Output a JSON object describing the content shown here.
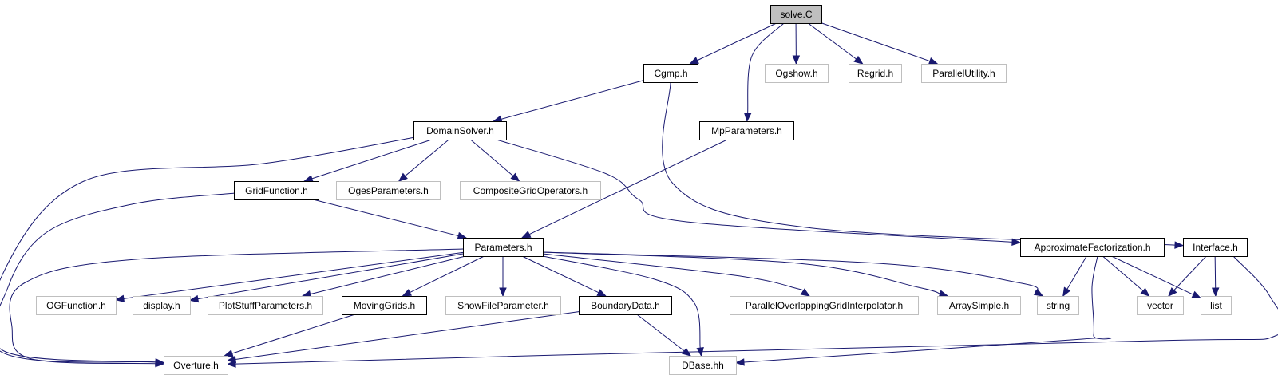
{
  "colors": {
    "edge": "#191970",
    "root_fill": "#bfbfbf",
    "root_stroke": "#000000",
    "local_stroke": "#000000",
    "external_stroke": "#bfbfbf",
    "node_fill": "#ffffff"
  },
  "nodes": [
    {
      "id": "solve_c",
      "label": "solve.C",
      "kind": "root"
    },
    {
      "id": "cgmp_h",
      "label": "Cgmp.h",
      "kind": "local"
    },
    {
      "id": "ogshow_h",
      "label": "Ogshow.h",
      "kind": "external"
    },
    {
      "id": "regrid_h",
      "label": "Regrid.h",
      "kind": "external"
    },
    {
      "id": "parallelutility_h",
      "label": "ParallelUtility.h",
      "kind": "external"
    },
    {
      "id": "domainsolver_h",
      "label": "DomainSolver.h",
      "kind": "local"
    },
    {
      "id": "mpparameters_h",
      "label": "MpParameters.h",
      "kind": "local"
    },
    {
      "id": "gridfunction_h",
      "label": "GridFunction.h",
      "kind": "local"
    },
    {
      "id": "ogesparameters_h",
      "label": "OgesParameters.h",
      "kind": "external"
    },
    {
      "id": "compositegridoperators_h",
      "label": "CompositeGridOperators.h",
      "kind": "external"
    },
    {
      "id": "parameters_h",
      "label": "Parameters.h",
      "kind": "local"
    },
    {
      "id": "approximatefactorization_h",
      "label": "ApproximateFactorization.h",
      "kind": "local"
    },
    {
      "id": "interface_h",
      "label": "Interface.h",
      "kind": "local"
    },
    {
      "id": "ogfunction_h",
      "label": "OGFunction.h",
      "kind": "external"
    },
    {
      "id": "display_h",
      "label": "display.h",
      "kind": "external"
    },
    {
      "id": "plotstuffparameters_h",
      "label": "PlotStuffParameters.h",
      "kind": "external"
    },
    {
      "id": "movinggrids_h",
      "label": "MovingGrids.h",
      "kind": "local"
    },
    {
      "id": "showfileparameter_h",
      "label": "ShowFileParameter.h",
      "kind": "external"
    },
    {
      "id": "boundarydata_h",
      "label": "BoundaryData.h",
      "kind": "local"
    },
    {
      "id": "paralleloverlappinggridinterpolator_h",
      "label": "ParallelOverlappingGridInterpolator.h",
      "kind": "external"
    },
    {
      "id": "arraysimple_h",
      "label": "ArraySimple.h",
      "kind": "external"
    },
    {
      "id": "string",
      "label": "string",
      "kind": "external"
    },
    {
      "id": "vector",
      "label": "vector",
      "kind": "external"
    },
    {
      "id": "list",
      "label": "list",
      "kind": "external"
    },
    {
      "id": "overture_h",
      "label": "Overture.h",
      "kind": "external"
    },
    {
      "id": "dbase_hh",
      "label": "DBase.hh",
      "kind": "external"
    }
  ],
  "edges": [
    {
      "from": "solve_c",
      "to": "cgmp_h"
    },
    {
      "from": "solve_c",
      "to": "mpparameters_h"
    },
    {
      "from": "solve_c",
      "to": "ogshow_h"
    },
    {
      "from": "solve_c",
      "to": "regrid_h"
    },
    {
      "from": "solve_c",
      "to": "parallelutility_h"
    },
    {
      "from": "cgmp_h",
      "to": "domainsolver_h"
    },
    {
      "from": "cgmp_h",
      "to": "interface_h"
    },
    {
      "from": "domainsolver_h",
      "to": "gridfunction_h"
    },
    {
      "from": "domainsolver_h",
      "to": "ogesparameters_h"
    },
    {
      "from": "domainsolver_h",
      "to": "compositegridoperators_h"
    },
    {
      "from": "domainsolver_h",
      "to": "overture_h"
    },
    {
      "from": "domainsolver_h",
      "to": "approximatefactorization_h"
    },
    {
      "from": "mpparameters_h",
      "to": "parameters_h"
    },
    {
      "from": "gridfunction_h",
      "to": "parameters_h"
    },
    {
      "from": "gridfunction_h",
      "to": "overture_h"
    },
    {
      "from": "parameters_h",
      "to": "overture_h"
    },
    {
      "from": "parameters_h",
      "to": "ogfunction_h"
    },
    {
      "from": "parameters_h",
      "to": "display_h"
    },
    {
      "from": "parameters_h",
      "to": "plotstuffparameters_h"
    },
    {
      "from": "parameters_h",
      "to": "movinggrids_h"
    },
    {
      "from": "parameters_h",
      "to": "showfileparameter_h"
    },
    {
      "from": "parameters_h",
      "to": "boundarydata_h"
    },
    {
      "from": "parameters_h",
      "to": "dbase_hh"
    },
    {
      "from": "parameters_h",
      "to": "paralleloverlappinggridinterpolator_h"
    },
    {
      "from": "parameters_h",
      "to": "arraysimple_h"
    },
    {
      "from": "parameters_h",
      "to": "string"
    },
    {
      "from": "movinggrids_h",
      "to": "overture_h"
    },
    {
      "from": "boundarydata_h",
      "to": "overture_h"
    },
    {
      "from": "boundarydata_h",
      "to": "dbase_hh"
    },
    {
      "from": "approximatefactorization_h",
      "to": "string"
    },
    {
      "from": "approximatefactorization_h",
      "to": "vector"
    },
    {
      "from": "approximatefactorization_h",
      "to": "list"
    },
    {
      "from": "approximatefactorization_h",
      "to": "dbase_hh"
    },
    {
      "from": "interface_h",
      "to": "vector"
    },
    {
      "from": "interface_h",
      "to": "list"
    },
    {
      "from": "interface_h",
      "to": "overture_h"
    }
  ]
}
